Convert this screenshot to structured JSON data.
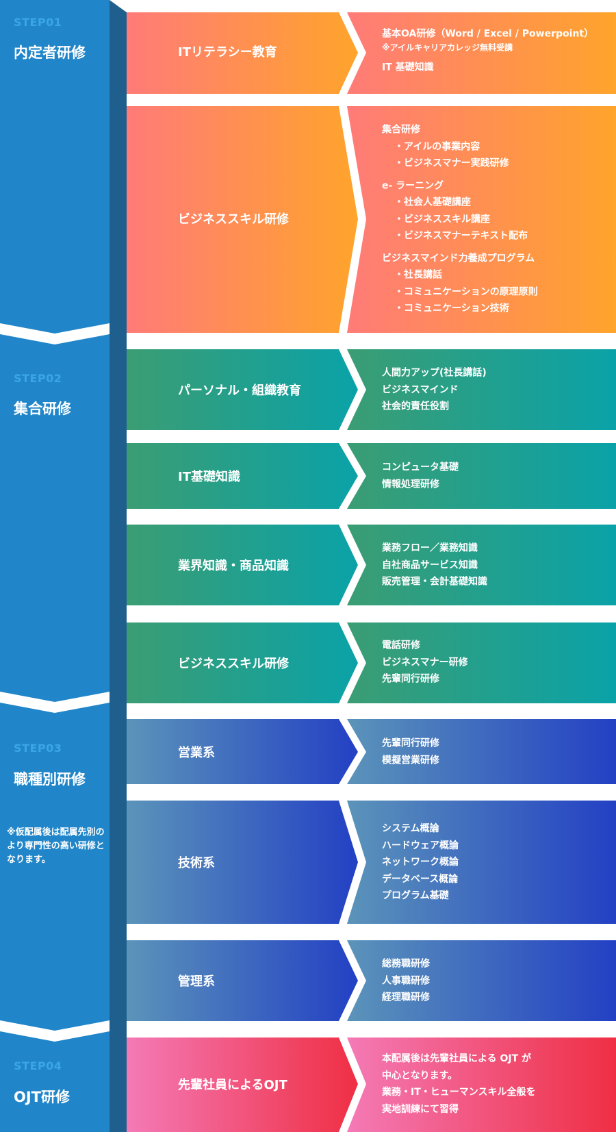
{
  "steps": [
    {
      "num": "STEP01",
      "title": "内定者研修"
    },
    {
      "num": "STEP02",
      "title": "集合研修"
    },
    {
      "num": "STEP03",
      "title": "職種別研修",
      "note": "※仮配属後は配属先別のより専門性の高い研修となります。"
    },
    {
      "num": "STEP04",
      "title": "OJT研修"
    }
  ],
  "rows": [
    {
      "category": "ITリテラシー教育",
      "items": [
        "基本OA研修（Word / Excel / Powerpoint）",
        "※アイルキャリアカレッジ無料受講",
        "IT 基礎知識"
      ]
    },
    {
      "category": "ビジネススキル研修",
      "items": [
        "集合研修",
        "・アイルの事業内容",
        "・ビジネスマナー実践研修",
        "e- ラーニング",
        "・社会人基礎講座",
        "・ビジネススキル講座",
        "・ビジネスマナーテキスト配布",
        "ビジネスマインド力養成プログラム",
        "・社長講話",
        "・コミュニケーションの原理原則",
        "・コミュニケーション技術"
      ]
    },
    {
      "category": "パーソナル・組織教育",
      "items": [
        "人間力アップ(社長講話)",
        "ビジネスマインド",
        "社会的責任役割"
      ]
    },
    {
      "category": "IT基礎知識",
      "items": [
        "コンピュータ基礎",
        "情報処理研修"
      ]
    },
    {
      "category": "業界知識・商品知識",
      "items": [
        "業務フロー／業務知識",
        "自社商品サービス知識",
        "販売管理・会計基礎知識"
      ]
    },
    {
      "category": "ビジネススキル研修",
      "items": [
        "電話研修",
        "ビジネスマナー研修",
        "先輩同行研修"
      ]
    },
    {
      "category": "営業系",
      "items": [
        "先輩同行研修",
        "模擬営業研修"
      ]
    },
    {
      "category": "技術系",
      "items": [
        "システム概論",
        "ハードウェア概論",
        "ネットワーク概論",
        "データベース概論",
        "プログラム基礎"
      ]
    },
    {
      "category": "管理系",
      "items": [
        "総務職研修",
        "人事職研修",
        "経理職研修"
      ]
    },
    {
      "category": "先輩社員によるOJT",
      "items": [
        "本配属後は先輩社員による OJT が",
        "中心となります。",
        "業務・IT・ヒューマンスキル全般を",
        "実地訓練にて習得"
      ]
    }
  ],
  "colors": {
    "side_main": "#2186c9",
    "side_dark": "#1f5f8e",
    "step_num": "#3aa6e8",
    "step1": [
      "#ff7b78",
      "#ffa42b"
    ],
    "step2": [
      "#3b9d73",
      "#0aa2a8"
    ],
    "step3": [
      "#5b94ba",
      "#2340c4"
    ],
    "step4": [
      "#f47ab6",
      "#ef2f44"
    ]
  }
}
